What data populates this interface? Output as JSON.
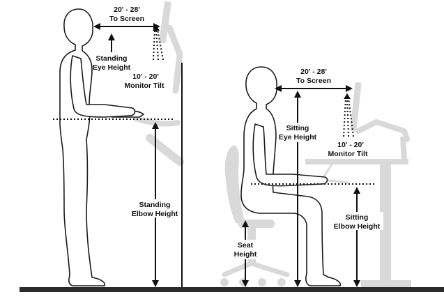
{
  "colors": {
    "ink": "#111111",
    "equipment_gray": "#d9d9d9",
    "floor": "#2a2a2a",
    "background": "#ffffff"
  },
  "standing": {
    "screen_distance": "20' - 28'",
    "screen_distance_sub": "To Screen",
    "eye_height_line1": "Standing",
    "eye_height_line2": "Eye Height",
    "tilt_line1": "10' - 20'",
    "tilt_line2": "Monitor Tilt",
    "elbow_height_line1": "Standing",
    "elbow_height_line2": "Elbow Height"
  },
  "sitting": {
    "screen_distance": "20' - 28'",
    "screen_distance_sub": "To Screen",
    "eye_height_line1": "Sitting",
    "eye_height_line2": "Eye Height",
    "tilt_line1": "10' - 20'",
    "tilt_line2": "Monitor Tilt",
    "elbow_height_line1": "Sitting",
    "elbow_height_line2": "Elbow Height",
    "seat_height_line1": "Seat",
    "seat_height_line2": "Height"
  }
}
